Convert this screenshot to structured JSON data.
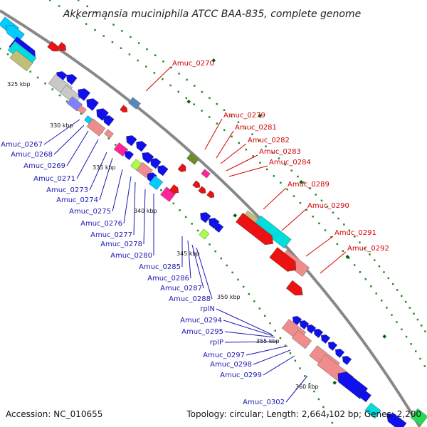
{
  "title": "Akkermansia muciniphila ATCC BAA-835, complete genome",
  "accession": "Accession: NC_010655",
  "topology": "Topology: circular; Length: 2,664,102 bp; Genes: 2,200",
  "colors": {
    "backbone": "#888888",
    "tick_minor": "#228b22",
    "tick_major": "#006400",
    "forward_label": "#d40000",
    "reverse_label": "#1a1ab4",
    "cds_reverse": "#0000ee",
    "cds_forward": "#ee0000",
    "rrna": "#f08c8c",
    "trna": "#00cccc"
  },
  "kbp_labels": [
    "325 kbp",
    "330 kbp",
    "335 kbp",
    "340 kbp",
    "345 kbp",
    "350 kbp",
    "355 kbp",
    "360 kbp"
  ],
  "forward_labels": [
    "Amuc_0270",
    "Amuc_0279",
    "Amuc_0281",
    "Amuc_0282",
    "Amuc_0283",
    "Amuc_0284",
    "Amuc_0289",
    "Amuc_0290",
    "Amuc_0291",
    "Amuc_0292"
  ],
  "reverse_labels": [
    "Amuc_0267",
    "Amuc_0268",
    "Amuc_0269",
    "Amuc_0271",
    "Amuc_0273",
    "Amuc_0274",
    "Amuc_0275",
    "Amuc_0276",
    "Amuc_0277",
    "Amuc_0278",
    "Amuc_0280",
    "Amuc_0285",
    "Amuc_0286",
    "Amuc_0287",
    "Amuc_0288",
    "rplN",
    "Amuc_0294",
    "Amuc_0295",
    "rplP",
    "Amuc_0297",
    "Amuc_0298",
    "Amuc_0299",
    "Amuc_0302"
  ]
}
